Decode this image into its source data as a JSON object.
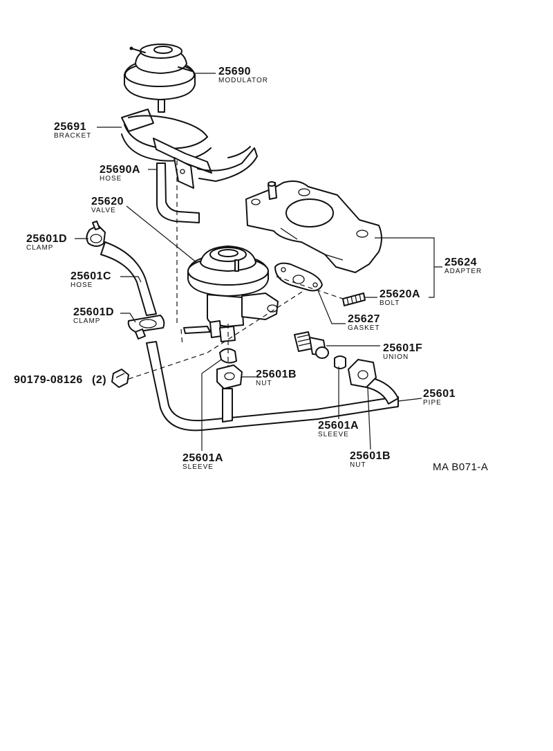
{
  "parts": {
    "modulator": {
      "number": "25690",
      "name": "MODULATOR"
    },
    "bracket": {
      "number": "25691",
      "name": "BRACKET"
    },
    "hose_a": {
      "number": "25690A",
      "name": "HOSE"
    },
    "valve": {
      "number": "25620",
      "name": "VALVE"
    },
    "clamp_top": {
      "number": "25601D",
      "name": "CLAMP"
    },
    "hose_c": {
      "number": "25601C",
      "name": "HOSE"
    },
    "clamp_low": {
      "number": "25601D",
      "name": "CLAMP"
    },
    "plug": {
      "number": "90179-08126",
      "qty": "(2)"
    },
    "adapter": {
      "number": "25624",
      "name": "ADAPTER"
    },
    "bolt": {
      "number": "25620A",
      "name": "BOLT"
    },
    "gasket": {
      "number": "25627",
      "name": "GASKET"
    },
    "union": {
      "number": "25601F",
      "name": "UNION"
    },
    "nut_left": {
      "number": "25601B",
      "name": "NUT"
    },
    "pipe": {
      "number": "25601",
      "name": "PIPE"
    },
    "sleeve_right": {
      "number": "25601A",
      "name": "SLEEVE"
    },
    "sleeve_left": {
      "number": "25601A",
      "name": "SLEEVE"
    },
    "nut_right": {
      "number": "25601B",
      "name": "NUT"
    }
  },
  "figure_code": "MA B071-A"
}
